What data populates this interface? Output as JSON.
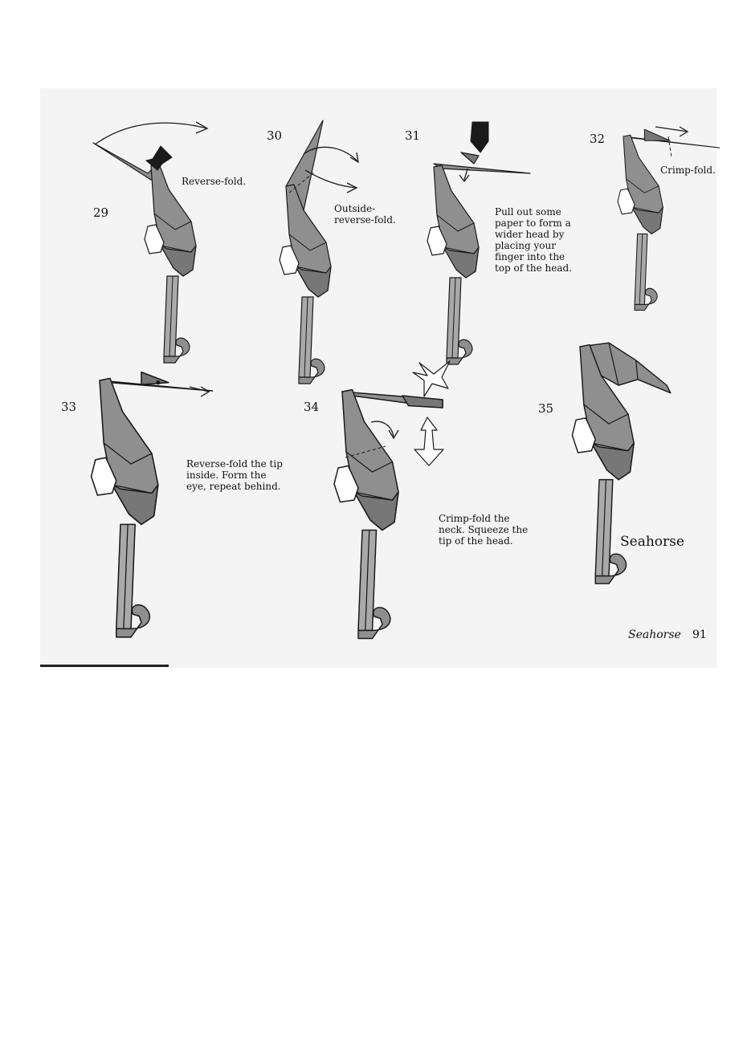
{
  "steps": [
    {
      "number": "29",
      "caption": [
        "Reverse-fold."
      ]
    },
    {
      "number": "30",
      "caption": [
        "Outside-",
        "reverse-fold."
      ]
    },
    {
      "number": "31",
      "caption": [
        "Pull out some",
        "paper to form a",
        "wider head by",
        "placing your",
        "finger into the",
        "top of the head."
      ]
    },
    {
      "number": "32",
      "caption": [
        "Crimp-fold."
      ]
    },
    {
      "number": "33",
      "caption": [
        "Reverse-fold the tip",
        "inside. Form the",
        "eye, repeat behind."
      ]
    },
    {
      "number": "34",
      "caption": [
        "Crimp-fold the",
        "neck. Squeeze the",
        "tip of the head."
      ]
    },
    {
      "number": "35",
      "caption": [
        "Seahorse"
      ]
    }
  ],
  "footer": {
    "title": "Seahorse",
    "page": "91"
  },
  "colors": {
    "paper": "#8f8f8f",
    "ink": "#1a1a1a",
    "scan": "#f4f4f4"
  },
  "icons": [
    "push-arrow-icon",
    "fold-arrow-icon",
    "squeeze-arrow-icon"
  ]
}
